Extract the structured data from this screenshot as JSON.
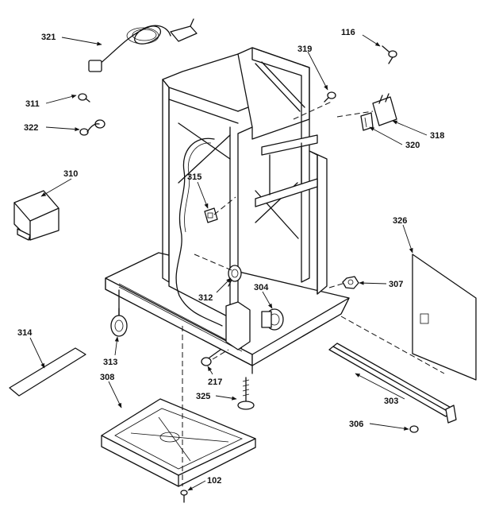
{
  "labels": {
    "p102": "102",
    "p116": "116",
    "p217": "217",
    "p303": "303",
    "p304": "304",
    "p306": "306",
    "p307": "307",
    "p308": "308",
    "p310": "310",
    "p311": "311",
    "p312": "312",
    "p313": "313",
    "p314": "314",
    "p315": "315",
    "p318": "318",
    "p319": "319",
    "p320": "320",
    "p321": "321",
    "p322": "322",
    "p325": "325",
    "p326": "326"
  }
}
